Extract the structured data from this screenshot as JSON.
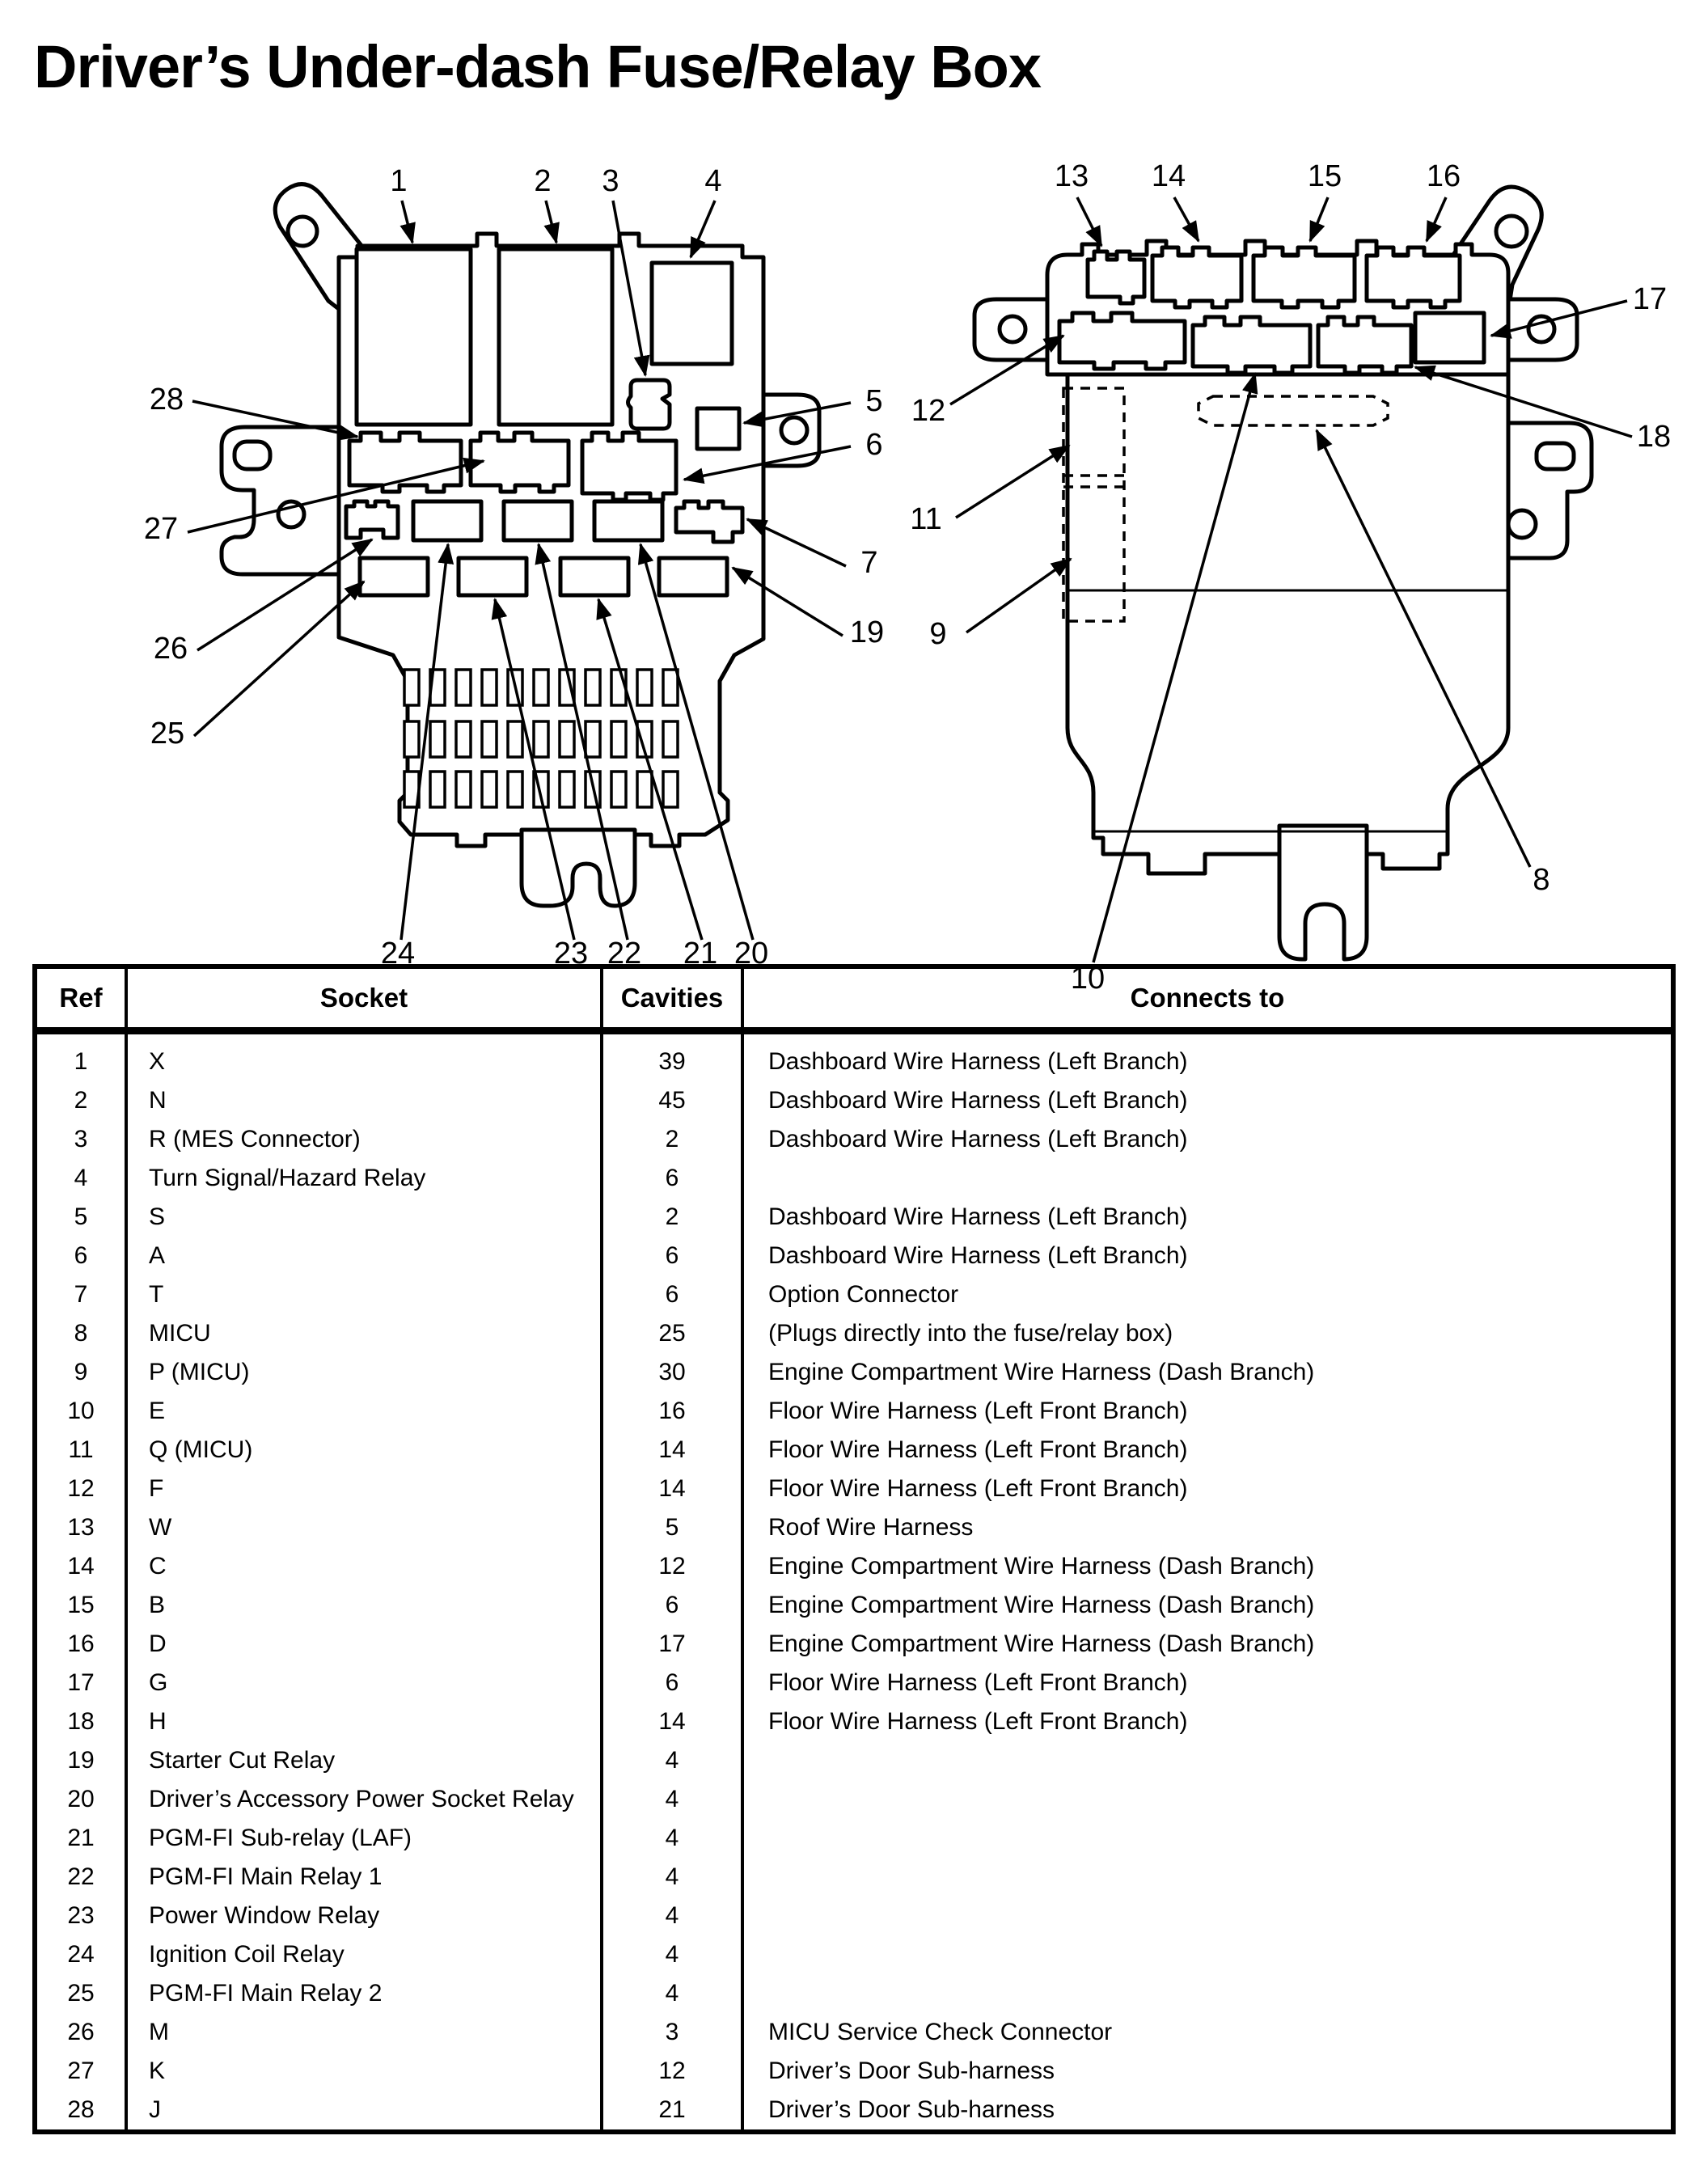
{
  "title": "Driver’s Under-dash Fuse/Relay Box",
  "diagram": {
    "front": {
      "callouts": {
        "c1": "1",
        "c2": "2",
        "c3": "3",
        "c4": "4",
        "c5": "5",
        "c6": "6",
        "c7": "7",
        "c19": "19",
        "c20": "20",
        "c21": "21",
        "c22": "22",
        "c23": "23",
        "c24": "24",
        "c25": "25",
        "c26": "26",
        "c27": "27",
        "c28": "28"
      }
    },
    "rear": {
      "callouts": {
        "c8": "8",
        "c9": "9",
        "c10": "10",
        "c11": "11",
        "c12": "12",
        "c13": "13",
        "c14": "14",
        "c15": "15",
        "c16": "16",
        "c17": "17",
        "c18": "18"
      }
    }
  },
  "table": {
    "columns": [
      "Ref",
      "Socket",
      "Cavities",
      "Connects to"
    ],
    "rows": [
      [
        "1",
        "X",
        "39",
        "Dashboard Wire Harness (Left Branch)"
      ],
      [
        "2",
        "N",
        "45",
        "Dashboard Wire Harness (Left Branch)"
      ],
      [
        "3",
        "R (MES Connector)",
        "2",
        "Dashboard Wire Harness (Left Branch)"
      ],
      [
        "4",
        "Turn Signal/Hazard Relay",
        "6",
        ""
      ],
      [
        "5",
        "S",
        "2",
        "Dashboard Wire Harness (Left Branch)"
      ],
      [
        "6",
        "A",
        "6",
        "Dashboard Wire Harness (Left Branch)"
      ],
      [
        "7",
        "T",
        "6",
        "Option Connector"
      ],
      [
        "8",
        "MICU",
        "25",
        "(Plugs directly into the fuse/relay box)"
      ],
      [
        "9",
        "P (MICU)",
        "30",
        "Engine Compartment Wire Harness (Dash Branch)"
      ],
      [
        "10",
        "E",
        "16",
        "Floor Wire Harness (Left Front Branch)"
      ],
      [
        "11",
        "Q (MICU)",
        "14",
        "Floor Wire Harness (Left Front Branch)"
      ],
      [
        "12",
        "F",
        "14",
        "Floor Wire Harness (Left Front Branch)"
      ],
      [
        "13",
        "W",
        "5",
        "Roof Wire Harness"
      ],
      [
        "14",
        "C",
        "12",
        "Engine Compartment Wire Harness (Dash Branch)"
      ],
      [
        "15",
        "B",
        "6",
        "Engine Compartment Wire Harness (Dash Branch)"
      ],
      [
        "16",
        "D",
        "17",
        "Engine Compartment Wire Harness (Dash Branch)"
      ],
      [
        "17",
        "G",
        "6",
        "Floor Wire Harness (Left Front Branch)"
      ],
      [
        "18",
        "H",
        "14",
        "Floor Wire Harness (Left Front Branch)"
      ],
      [
        "19",
        "Starter Cut Relay",
        "4",
        ""
      ],
      [
        "20",
        "Driver’s Accessory Power Socket Relay",
        "4",
        ""
      ],
      [
        "21",
        "PGM-FI Sub-relay (LAF)",
        "4",
        ""
      ],
      [
        "22",
        "PGM-FI Main Relay 1",
        "4",
        ""
      ],
      [
        "23",
        "Power Window Relay",
        "4",
        ""
      ],
      [
        "24",
        "Ignition Coil Relay",
        "4",
        ""
      ],
      [
        "25",
        "PGM-FI Main Relay 2",
        "4",
        ""
      ],
      [
        "26",
        "M",
        "3",
        "MICU Service Check Connector"
      ],
      [
        "27",
        "K",
        "12",
        "Driver’s Door Sub-harness"
      ],
      [
        "28",
        "J",
        "21",
        "Driver’s Door Sub-harness"
      ]
    ]
  }
}
